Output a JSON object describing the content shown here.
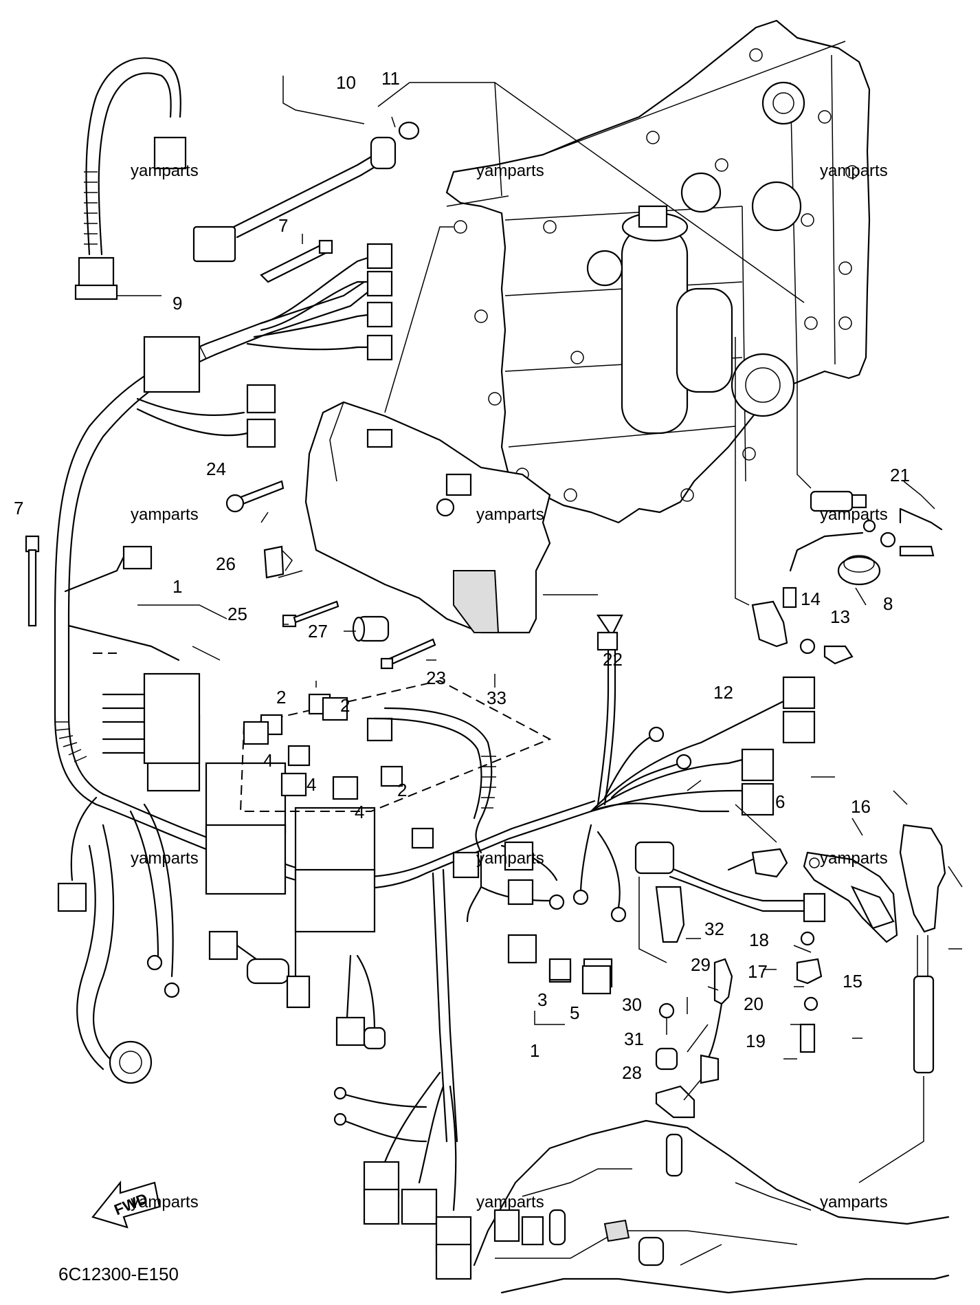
{
  "diagram": {
    "code": "6C12300-E150",
    "fwd_label": "FWD",
    "watermark": "yamparts",
    "callouts": {
      "c1a": "1",
      "c1b": "1",
      "c2a": "2",
      "c2b": "2",
      "c2c": "2",
      "c3": "3",
      "c4a": "4",
      "c4b": "4",
      "c4c": "4",
      "c5": "5",
      "c6": "6",
      "c7a": "7",
      "c7b": "7",
      "c8": "8",
      "c9": "9",
      "c10": "10",
      "c11": "11",
      "c12": "12",
      "c13": "13",
      "c14": "14",
      "c15": "15",
      "c16": "16",
      "c17": "17",
      "c18": "18",
      "c19": "19",
      "c20": "20",
      "c21": "21",
      "c22": "22",
      "c23": "23",
      "c24": "24",
      "c25": "25",
      "c26": "26",
      "c27": "27",
      "c28": "28",
      "c29": "29",
      "c30": "30",
      "c31": "31",
      "c32": "32",
      "c33": "33"
    }
  }
}
